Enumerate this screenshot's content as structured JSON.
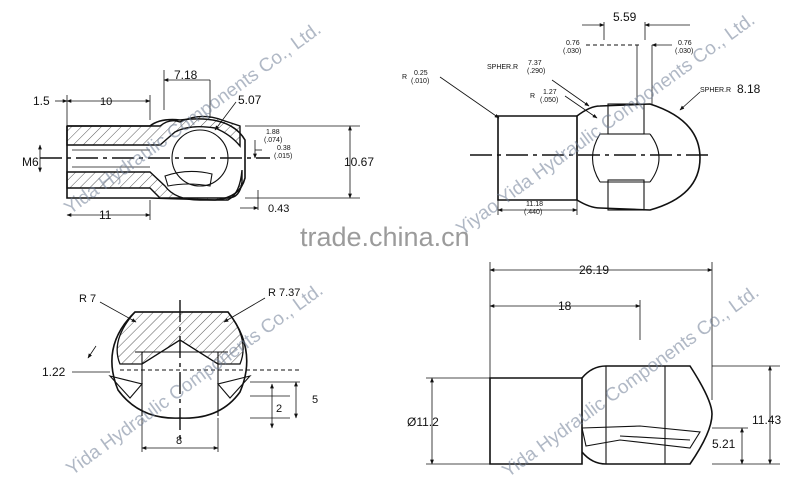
{
  "watermarks": {
    "company": "Yida Hydraulic Components Co., Ltd.",
    "company_alt": "Yiyao Yida Hydraulic Components Co., Ltd.",
    "center": "trade.china.cn"
  },
  "view_top_left": {
    "dim_1_5": "1.5",
    "dim_10": "10",
    "dim_7_18": "7.18",
    "dim_5_07": "5.07",
    "dim_1_88": "1.88",
    "dim_1_88_in": "(.074)",
    "dim_0_38": "0.38",
    "dim_0_38_in": "(.015)",
    "dim_10_67": "10.67",
    "dim_m6": "M6",
    "dim_11": "11",
    "dim_0_43": "0.43"
  },
  "view_top_right": {
    "dim_5_59": "5.59",
    "dim_0_76_a": "0.76",
    "dim_0_76_a_in": "(.030)",
    "dim_0_76_b": "0.76",
    "dim_0_76_b_in": "(.030)",
    "r_0_25_label": "R",
    "r_0_25": "0.25",
    "r_0_25_in": "(.010)",
    "spher_r_label": "SPHER.R",
    "spher_r": "7.37",
    "spher_r_in": "(.290)",
    "r_1_27_label": "R",
    "r_1_27": "1.27",
    "r_1_27_in": "(.050)",
    "spherr_label": "SPHER.R",
    "spherr_value": "8.18",
    "dim_11_18": "11.18",
    "dim_11_18_in": "(.440)"
  },
  "view_bottom_left": {
    "r7": "R 7",
    "r737": "R 7.37",
    "dim_1_22": "1.22",
    "dim_2": "2",
    "dim_5": "5",
    "dim_8": "8"
  },
  "view_bottom_right": {
    "dim_26_19": "26.19",
    "dim_18": "18",
    "dim_dia_11_2": "Ø11.2",
    "dim_11_43": "11.43",
    "dim_5_21": "5.21"
  }
}
